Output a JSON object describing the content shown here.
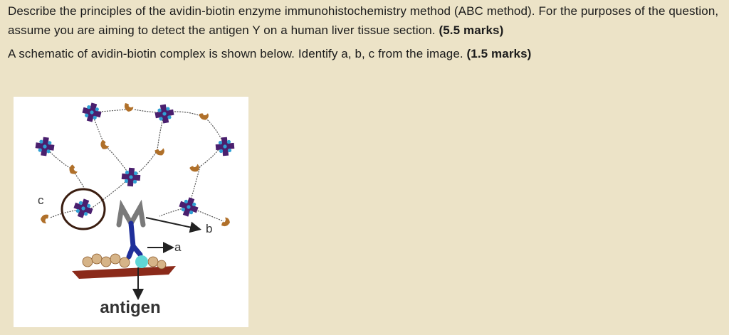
{
  "question": {
    "line1_text": "Describe the principles of the avidin-biotin enzyme immunohistochemistry method (ABC method). For the purposes of the question, assume you are aiming to detect the antigen Y on a human liver tissue section.",
    "line1_marks": "(5.5 marks)",
    "line2_text": "A schematic of avidin-biotin complex is shown below. Identify a, b, c from the image.",
    "line2_marks": "(1.5 marks)"
  },
  "figure": {
    "labels": {
      "a": "a",
      "b": "b",
      "c": "c",
      "antigen": "antigen"
    },
    "colors": {
      "avidin": "#4a1f6e",
      "biotin_spot": "#2fa0d4",
      "enzyme": "#b0702a",
      "linker": "#555555",
      "primary_antibody": "#1f2f9a",
      "secondary_antibody": "#7a7a7a",
      "tissue": "#8b2a1a",
      "antigen": "#5fd6d6",
      "circle": "#3a1d10"
    }
  }
}
